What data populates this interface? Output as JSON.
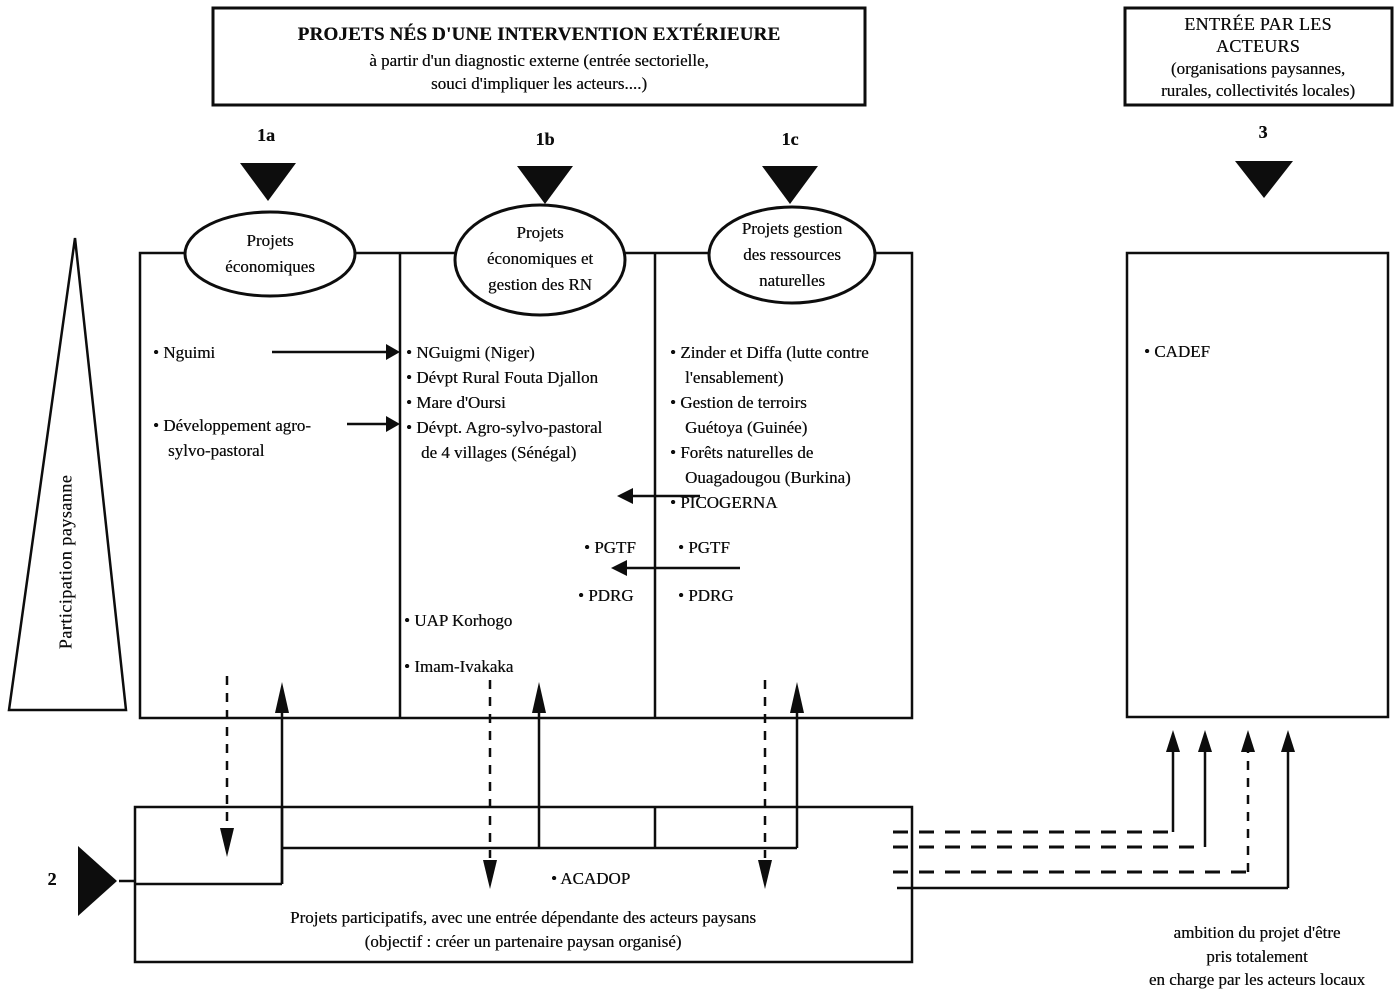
{
  "top_box": {
    "title": "PROJETS NÉS D'UNE INTERVENTION EXTÉRIEURE",
    "line2": "à partir d'un diagnostic externe (entrée sectorielle,",
    "line3": "souci d'impliquer les acteurs....)"
  },
  "actors_box": {
    "line1": "ENTRÉE PAR LES",
    "line2": "ACTEURS",
    "line3": "(organisations paysannes,",
    "line4": "rurales, collectivités locales)"
  },
  "markers": {
    "m1a": "1a",
    "m1b": "1b",
    "m1c": "1c",
    "m3": "3",
    "m2": "2"
  },
  "ellipses": [
    [
      "Projets",
      "économiques"
    ],
    [
      "Projets",
      "économiques et",
      "gestion des RN"
    ],
    [
      "Projets gestion",
      "des ressources",
      "naturelles"
    ]
  ],
  "axis_label": "Participation paysanne",
  "col1": {
    "items": [
      "Nguimi",
      "Développement agro-sylvo-pastoral"
    ]
  },
  "col2": {
    "top_items": [
      "NGuigmi (Niger)",
      "Dévpt Rural Fouta Djallon",
      "Mare d'Oursi",
      "Dévpt. Agro-sylvo-pastoral de 4 villages (Sénégal)"
    ],
    "mid_items": [
      "PGTF",
      "PDRG"
    ],
    "bottom_items": [
      "UAP Korhogo",
      "Imam-Ivakaka"
    ]
  },
  "col3": {
    "top_items": [
      "Zinder et Diffa (lutte contre l'ensablement)",
      "Gestion de terroirs Guétoya (Guinée)",
      "Forêts naturelles de Ouagadougou (Burkina)",
      "PICOGERNA"
    ],
    "mid_items": [
      "PGTF",
      "PDRG"
    ]
  },
  "actors_col": {
    "items": [
      "CADEF"
    ]
  },
  "bottom_box": {
    "item": "ACADOP",
    "line1": "Projets participatifs, avec une entrée dépendante des acteurs paysans",
    "line2": "(objectif : créer un partenaire paysan organisé)"
  },
  "caption": {
    "line1": "ambition du projet d'être",
    "line2": "pris totalement",
    "line3": "en charge par les acteurs locaux"
  },
  "colors": {
    "ink": "#0d0d0d",
    "paper": "#ffffff"
  }
}
